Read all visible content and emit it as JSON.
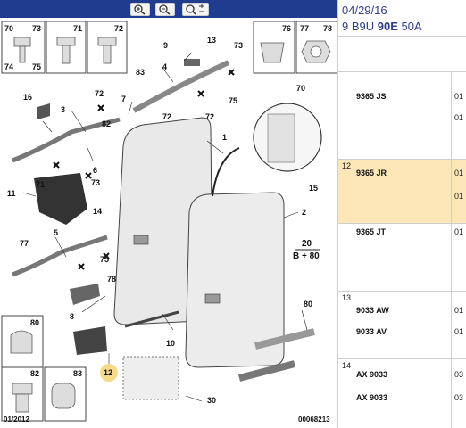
{
  "toolbar": {
    "zoom_in_icon": "zoom-in-icon",
    "zoom_out_icon": "zoom-out-icon",
    "zoom_fit_icon": "zoom-fit-icon"
  },
  "diagram": {
    "callouts": {
      "c1": "1",
      "c2": "2",
      "c3": "3",
      "c4": "4",
      "c5": "5",
      "c6": "6",
      "c7": "7",
      "c8": "8",
      "c9": "9",
      "c10": "10",
      "c11": "11",
      "c12": "12",
      "c13": "13",
      "c14": "14",
      "c15": "15",
      "c16": "16",
      "c20": "20",
      "c20b": "B + 80",
      "c30": "30",
      "c70": "70",
      "c71": "71",
      "c72a": "72",
      "c72b": "72",
      "c72c": "72",
      "c73a": "73",
      "c73b": "73",
      "c75a": "75",
      "c75b": "75",
      "c77": "77",
      "c78": "78",
      "c80": "80",
      "c82": "82",
      "c83": "83"
    },
    "boxes": {
      "b70": "70",
      "b73": "73",
      "b74": "74",
      "b75": "75",
      "b71": "71",
      "b72": "72",
      "b76": "76",
      "b77": "77",
      "b78": "78",
      "b80": "80",
      "b82": "82",
      "b83": "83"
    },
    "footer_left": "01/2012",
    "footer_right": "00068213"
  },
  "panel": {
    "date": "04/29/16",
    "model_prefix": "9 B9U",
    "model_bold": "90E",
    "model_suffix": "50A",
    "segments": [
      {
        "idx": "",
        "rows": [
          {
            "code": "9365 JS",
            "qty": "01"
          },
          {
            "code": "",
            "qty": "01"
          }
        ]
      },
      {
        "idx": "12",
        "rows": [
          {
            "code": "9365 JR",
            "qty": "01"
          },
          {
            "code": "",
            "qty": "01"
          }
        ]
      },
      {
        "idx": "",
        "rows": [
          {
            "code": "9365 JT",
            "qty": "01"
          }
        ]
      },
      {
        "idx": "13",
        "rows": [
          {
            "code": "9033 AW",
            "qty": "01"
          },
          {
            "code": "9033 AV",
            "qty": "01"
          }
        ]
      },
      {
        "idx": "14",
        "rows": [
          {
            "code": "AX 9033",
            "qty": "03"
          },
          {
            "code": "AX 9033",
            "qty": "03"
          }
        ]
      }
    ]
  },
  "colors": {
    "toolbar": "#1f3c8f",
    "highlight": "#fde6b8",
    "callout_badge": "#f7d98a",
    "header_text": "#2d3e8a"
  }
}
